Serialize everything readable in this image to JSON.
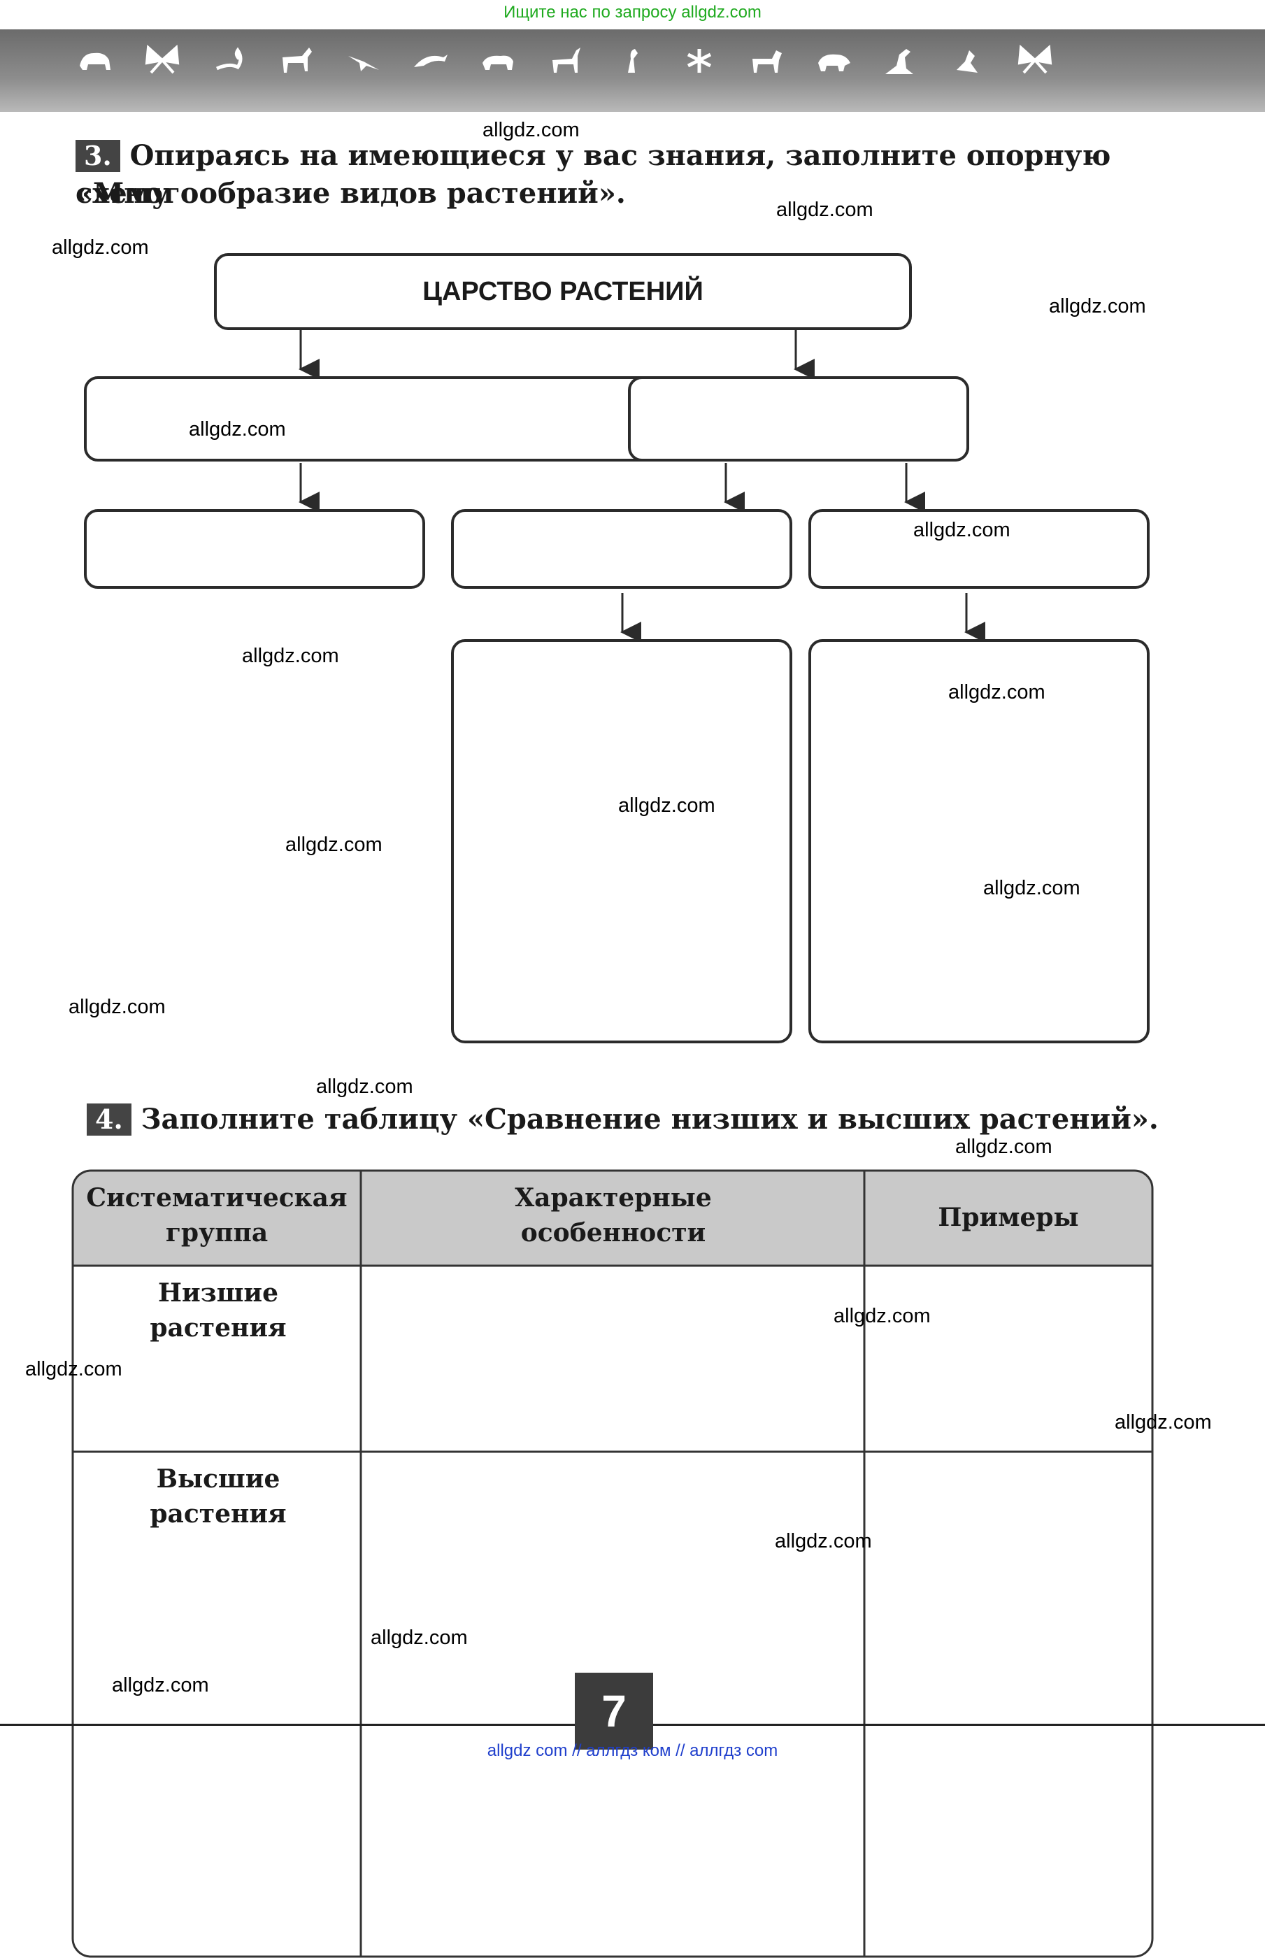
{
  "header": {
    "search_hint": "Ищите нас по запросу allgdz.com"
  },
  "task3": {
    "number": "3.",
    "text_line1": "Опираясь на имеющиеся у вас знания, заполните опорную схему",
    "text_line2": "«Многообразие видов растений».",
    "root_label": "ЦАРСТВО РАСТЕНИЙ"
  },
  "task4": {
    "number": "4.",
    "text": "Заполните таблицу «Сравнение низших и высших растений».",
    "columns": [
      "Систематическая группа",
      "Характерные особенности",
      "Примеры"
    ],
    "rows": [
      "Низшие растения",
      "Высшие растения"
    ]
  },
  "page_number": "7",
  "watermark": "allgdz.com",
  "footer": {
    "links": "allgdz com  //  аллгдз ком  //  аллгдз com"
  },
  "icons": [
    "bison-icon",
    "butterfly-icon",
    "scorpion-icon",
    "horse-icon",
    "bird-icon",
    "dolphin-icon",
    "bear-icon",
    "moose-icon",
    "bird-icon",
    "insect-icon",
    "dog-icon",
    "boar-icon",
    "kangaroo-icon",
    "bird-icon",
    "butterfly-icon"
  ]
}
